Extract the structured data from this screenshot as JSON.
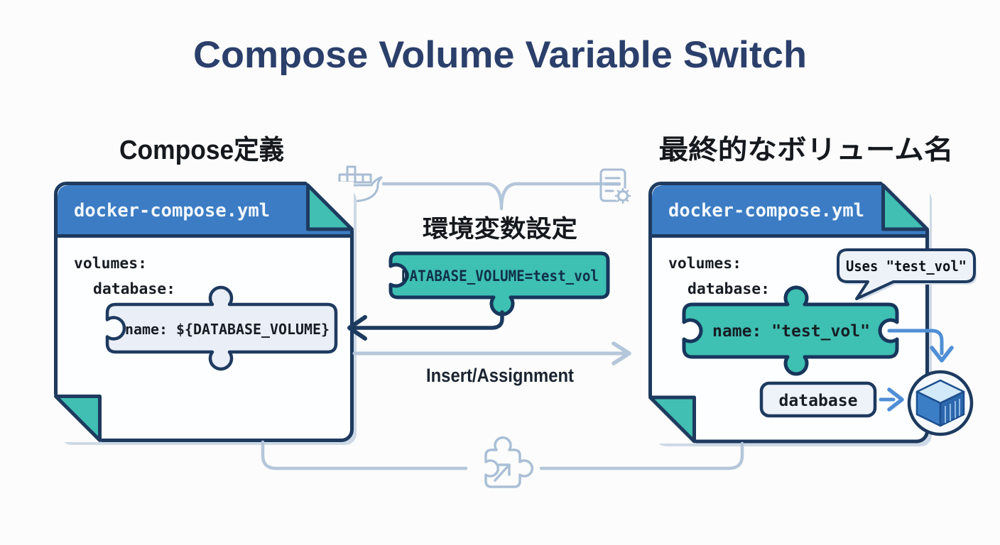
{
  "title": "Compose Volume Variable Switch",
  "top_flow": {
    "docker_icon": "docker-whale",
    "config_icon": "document-gear"
  },
  "left": {
    "heading": "Compose定義",
    "file_name": "docker-compose.yml",
    "yaml": {
      "line1": "volumes:",
      "line2": "database:"
    },
    "puzzle_label": "name: ${DATABASE_VOLUME}"
  },
  "middle": {
    "heading": "環境変数設定",
    "env_value": "DATABASE_VOLUME=test_vol",
    "flow_label": "Insert/Assignment"
  },
  "right": {
    "heading": "最終的なボリューム名",
    "file_name": "docker-compose.yml",
    "yaml": {
      "line1": "volumes:",
      "line2": "database:"
    },
    "puzzle_label": "name: \"test_vol\"",
    "callout": "Uses \"test_vol\"",
    "volume_label": "database",
    "container_icon": "docker-container-cube"
  },
  "bottom_flow": {
    "puzzle_icon": "puzzle-link"
  },
  "colors": {
    "background": "#fbfcfb",
    "navy": "#1e3a5f",
    "title_navy": "#2b3f6b",
    "header_blue": "#3b7cc4",
    "teal": "#3ec0b3",
    "light_fill": "#e9eef7",
    "connector_gray": "#b4c6da",
    "arrow_blue": "#4f8fd6"
  }
}
